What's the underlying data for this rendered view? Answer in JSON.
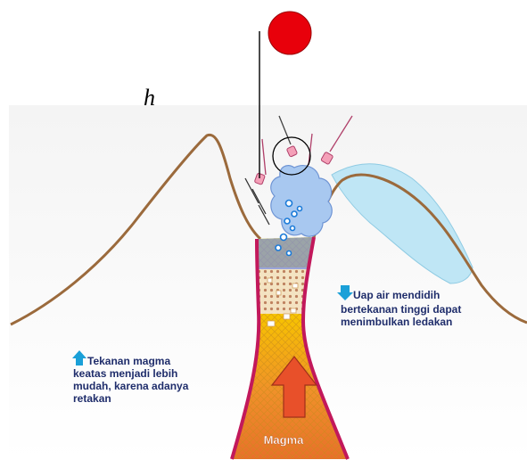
{
  "diagram": {
    "h_label": "h",
    "magma_label": "Magma",
    "note_right": {
      "line1": "Uap air mendidih",
      "line2": "bertekanan tinggi dapat",
      "line3": "menimbulkan ledakan",
      "icon": "down-arrow-icon"
    },
    "note_left": {
      "line1": "Tekanan magma",
      "line2": "keatas menjadi lebih",
      "line3": "mudah, karena adanya",
      "line4": "retakan",
      "icon": "up-arrow-icon"
    },
    "colors": {
      "ball": "#e8000b",
      "mountain_outline": "#9b6a3c",
      "conduit_wall": "#c2185b",
      "lava_top": "#f7e500",
      "lava_bottom": "#e8702a",
      "steam": "#a8c8f0",
      "water": "#bfe6f5",
      "arrow": "#e8502a",
      "note_text": "#1f2d6b",
      "note_icon": "#1aa0d8"
    }
  }
}
